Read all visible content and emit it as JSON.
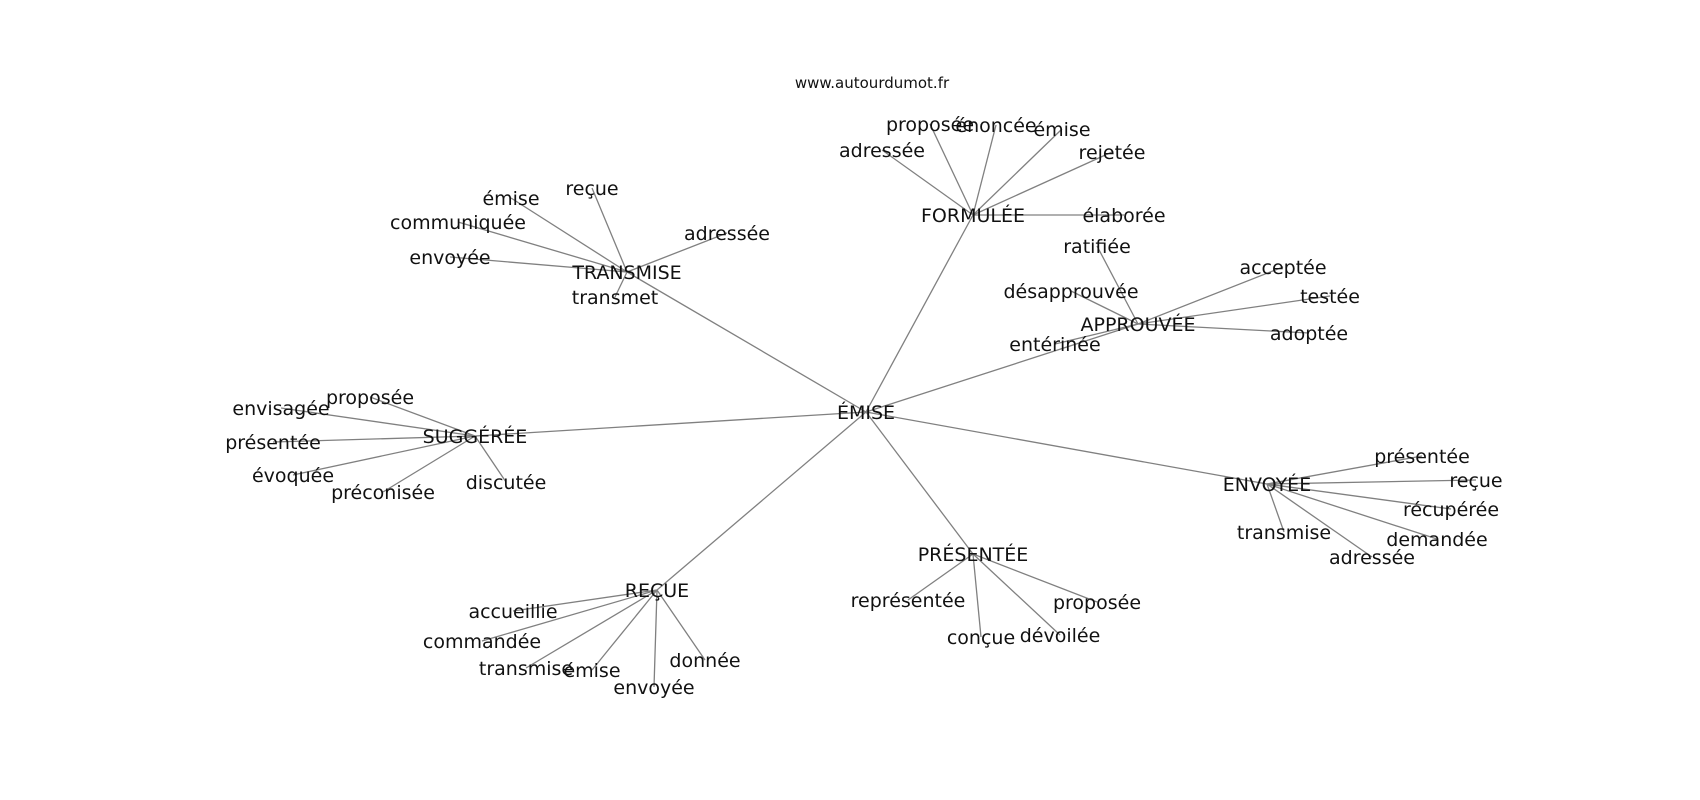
{
  "source": "www.autourdumot.fr",
  "colors": {
    "edge": "#808080",
    "text": "#111111",
    "background": "#ffffff"
  },
  "graph": {
    "root": "ÉMISE",
    "branches": [
      {
        "hub": "FORMULÉE",
        "leaves": [
          "proposée",
          "énoncée",
          "émise",
          "adressée",
          "rejetée",
          "élaborée"
        ]
      },
      {
        "hub": "TRANSMISE",
        "leaves": [
          "émise",
          "reçue",
          "communiquée",
          "adressée",
          "envoyée",
          "transmet"
        ]
      },
      {
        "hub": "APPROUVÉE",
        "leaves": [
          "ratifiée",
          "acceptée",
          "désapprouvée",
          "testée",
          "adoptée",
          "entérinée"
        ]
      },
      {
        "hub": "SUGGÉRÉE",
        "leaves": [
          "proposée",
          "envisagée",
          "présentée",
          "évoquée",
          "préconisée",
          "discutée"
        ]
      },
      {
        "hub": "ENVOYÉE",
        "leaves": [
          "présentée",
          "reçue",
          "récupérée",
          "transmise",
          "demandée",
          "adressée"
        ]
      },
      {
        "hub": "PRÉSENTÉE",
        "leaves": [
          "représentée",
          "proposée",
          "conçue",
          "dévoilée"
        ]
      },
      {
        "hub": "REÇUE",
        "leaves": [
          "accueillie",
          "commandée",
          "transmise",
          "émise",
          "donnée",
          "envoyée"
        ]
      }
    ]
  }
}
